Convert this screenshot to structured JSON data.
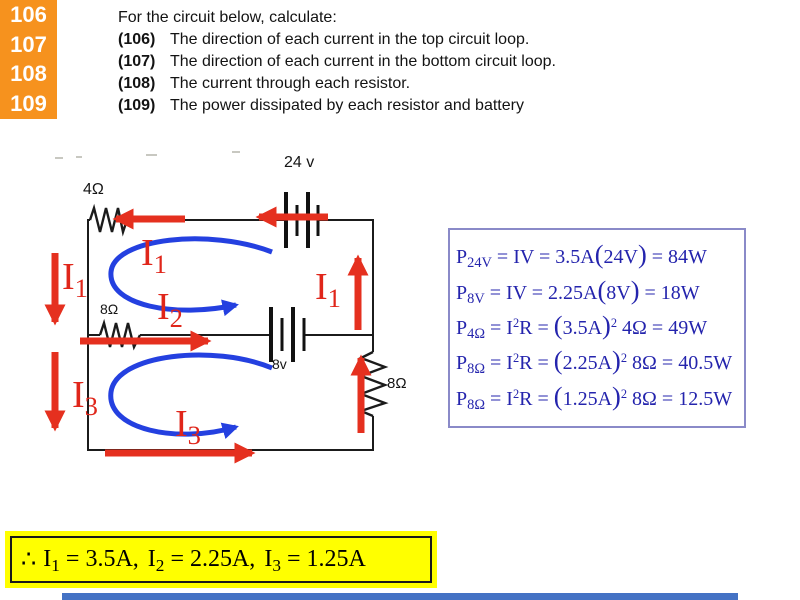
{
  "colors": {
    "tab_orange": "#F6921E",
    "arrow_red": "#E5301F",
    "current_label_red": "#E0261A",
    "loop_blue": "#2440E0",
    "equation_blue": "#2424AD",
    "equation_border": "#8a8ac8",
    "highlight_yellow": "#FFFF00",
    "footer_blue": "#4472C4",
    "background": "#FFFFFF"
  },
  "sidebar": {
    "numbers": [
      "106",
      "107",
      "108",
      "109"
    ]
  },
  "header": {
    "title": "For the circuit below, calculate:",
    "items": [
      {
        "num": "(106)",
        "text": "The direction of each current in the top circuit loop."
      },
      {
        "num": "(107)",
        "text": "The direction of each current in the bottom circuit loop."
      },
      {
        "num": "(108)",
        "text": "The current through each resistor."
      },
      {
        "num": "(109)",
        "text": "The power dissipated by each resistor and battery"
      }
    ]
  },
  "circuit": {
    "component_labels": {
      "top_resistor": "4Ω",
      "top_battery": "24 v",
      "mid_resistor": "8Ω",
      "mid_battery": "8v",
      "right_resistor": "8Ω"
    },
    "currents": {
      "i1": {
        "base": "I",
        "sub": "1"
      },
      "i2": {
        "base": "I",
        "sub": "2"
      },
      "i3": {
        "base": "I",
        "sub": "3"
      }
    }
  },
  "equations": {
    "lines": [
      {
        "lhs": "P",
        "sub": "24V",
        "m1": " = IV = ",
        "sup1": "",
        "m2": "3.5A",
        "open": "(",
        "inner": "24V",
        "close": ")",
        "sup2": "",
        "tail": " = 84W"
      },
      {
        "lhs": "P",
        "sub": "8V",
        "m1": " = IV = ",
        "sup1": "",
        "m2": "2.25A",
        "open": "(",
        "inner": "8V",
        "close": ")",
        "sup2": "",
        "tail": " = 18W"
      },
      {
        "lhs": "P",
        "sub": "4Ω",
        "m1": " = I",
        "sup1": "2",
        "m2": "R = ",
        "open": "(",
        "inner": "3.5A",
        "close": ")",
        "sup2": "2",
        "tail": " 4Ω = 49W"
      },
      {
        "lhs": "P",
        "sub": "8Ω",
        "m1": " = I",
        "sup1": "2",
        "m2": "R = ",
        "open": "(",
        "inner": "2.25A",
        "close": ")",
        "sup2": "2",
        "tail": " 8Ω = 40.5W"
      },
      {
        "lhs": "P",
        "sub": "8Ω",
        "m1": " = I",
        "sup1": "2",
        "m2": "R = ",
        "open": "(",
        "inner": "1.25A",
        "close": ")",
        "sup2": "2",
        "tail": " 8Ω = 12.5W"
      }
    ]
  },
  "conclusion": {
    "therefore": "∴",
    "segments": [
      {
        "base": "I",
        "sub": "1",
        "rest": " = 3.5A,"
      },
      {
        "base": "I",
        "sub": "2",
        "rest": " = 2.25A,"
      },
      {
        "base": "I",
        "sub": "3",
        "rest": " = 1.25A"
      }
    ]
  }
}
